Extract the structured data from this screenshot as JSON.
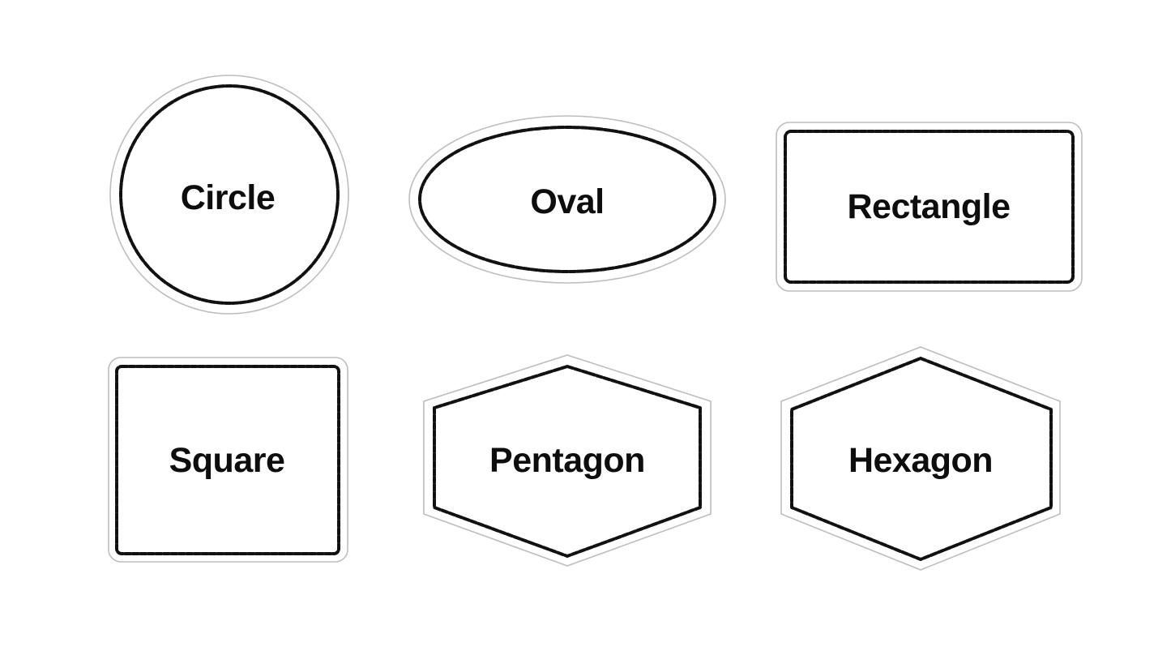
{
  "shapes": [
    {
      "key": "circle",
      "label": "Circle"
    },
    {
      "key": "oval",
      "label": "Oval"
    },
    {
      "key": "rectangle",
      "label": "Rectangle"
    },
    {
      "key": "square",
      "label": "Square"
    },
    {
      "key": "pentagon",
      "label": "Pentagon"
    },
    {
      "key": "hexagon",
      "label": "Hexagon"
    }
  ],
  "colors": {
    "background": "#ffffff",
    "outline": "#bdbdbd",
    "stitch": "#111111",
    "text": "#0d0d0d"
  }
}
